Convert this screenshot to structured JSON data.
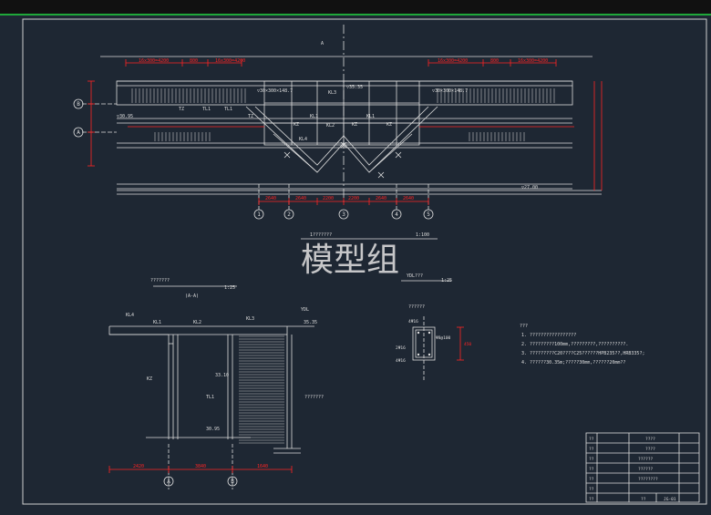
{
  "elevation": {
    "dim_top_left": [
      "16x300=4200",
      "800",
      "16x300=4200"
    ],
    "dim_top_right": [
      "16x300=4200",
      "800",
      "16x300=4200"
    ],
    "dim_bottom": [
      "2640",
      "2640",
      "2200",
      "2200",
      "2640",
      "2640"
    ],
    "axis_numbers": [
      "1",
      "2",
      "3",
      "4",
      "5"
    ],
    "axis_letters_left": [
      "B",
      "A"
    ],
    "beam_labels": [
      "KL3",
      "KL3",
      "KL2",
      "KL1",
      "KL1",
      "KL4",
      "KZ",
      "KZ",
      "KZ",
      "TZ",
      "TZ",
      "TL1",
      "TL1"
    ],
    "elev_main_left": "▽30.95",
    "elev_main_center": "▽35.35",
    "elev_bottom": "▽27.00",
    "stair_left_label": "▽30×300×148.7",
    "stair_right_label": "▽30×300×148.7",
    "section_marker": "A",
    "title": "1???????",
    "scale": "1:100"
  },
  "section_view": {
    "title": "???????",
    "subtitle": "(A-A)",
    "scale": "1:25",
    "labels": [
      "KL4",
      "KL1",
      "KL2",
      "KL3",
      "YDL",
      "KZ",
      "TL1"
    ],
    "elev_top": "35.35",
    "elev_mid": "33.10",
    "elev_bottom": "30.95",
    "dims": [
      "2420",
      "3840",
      "1640"
    ],
    "axis_letters": [
      "A",
      "B"
    ],
    "stair_note": "???????"
  },
  "beam_detail": {
    "title": "YDL???",
    "scale": "1:25",
    "bar_top": "4Ψ16",
    "bar_mid": "2Ψ16",
    "bar_bottom": "4Ψ16",
    "stirrup": "Ψ8@100",
    "height": "450",
    "header": "??????"
  },
  "notes": {
    "title": "???",
    "items": [
      "1. ?????????????????",
      "2. ?????????100mm,?????????,??????????.",
      "3. ?????????C20????C25??????HPB235??,HRB335?;",
      "4. ??????30.35m;?????30mm,??????20mm??"
    ]
  },
  "title_block": {
    "rows": [
      "??",
      "??",
      "??",
      "??",
      "??",
      "??",
      "??"
    ],
    "cells": [
      "????",
      "????",
      "??????",
      "??????",
      "????????"
    ],
    "drawing_no_label": "??",
    "drawing_no": "JG-01"
  },
  "watermark": "模型组",
  "colors": {
    "background": "#1e2733",
    "line_white": "#dddddd",
    "dimension_red": "#ff2424",
    "hatch": "#c8c8c8",
    "accent_green": "#1fa83a"
  }
}
